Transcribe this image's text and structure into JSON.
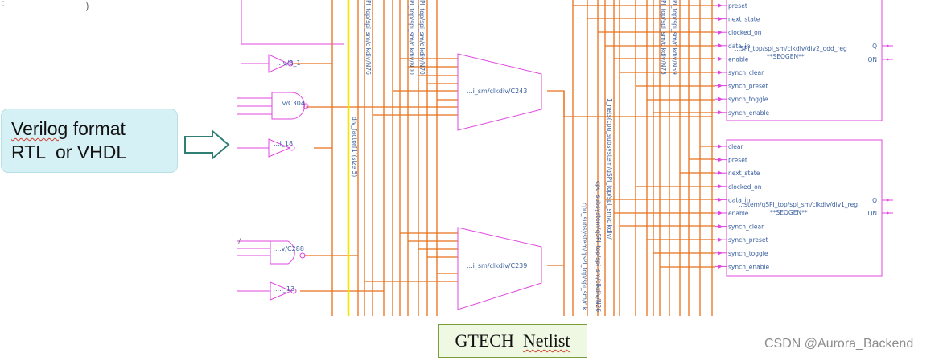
{
  "left_panel": {
    "label_line1": "Verilog format",
    "label_line2_word1": "RTL",
    "label_line2_rest": "  or VHDL"
  },
  "caption": {
    "word1": "GTECH",
    "word2": "Netlist"
  },
  "watermark": "CSDN @Aurora_Backend",
  "cells": {
    "inv_b1": "...v/B_1",
    "and_c304": "...v/C304",
    "inv_i18": "...i_18",
    "and_c288": "...v/C288",
    "inv_i13": "...i_13",
    "mux_c243": "...i_sm/clkdiv/C243",
    "mux_c239": "...i_sm/clkdiv/C239"
  },
  "net_labels": {
    "div_factor": "div_factor[1](size 5)",
    "n76": "Pl_top/spi_sm/clkdiv/N76",
    "n00": "Pl_top/spi_sm/clkdiv/N00",
    "n70": "Pl_top/spi_sm/clkdiv/N70",
    "n75": "Pl_top/spi_sm/clkdiv/N75",
    "n59": "Pl_top/spi_sm/clkdiv/N59",
    "n26": "cpu_subsystem/qSPI_top/spi_sm/clkdiv/N26",
    "nets_cpu": "1_nets(cpu_subsystem/qSPI_top/spi_sm/clkdiv/",
    "cpu_clk": "cpu_subsystem/qSPI_top/spi_sm/clk"
  },
  "reg_top": {
    "name": "...SPI_top/spi_sm/clkdiv/div2_odd_reg",
    "type": "**SEQGEN**",
    "pins": [
      "preset",
      "next_state",
      "clocked_on",
      "data_in",
      "enable",
      "synch_clear",
      "synch_preset",
      "synch_toggle",
      "synch_enable"
    ],
    "outputs": [
      "Q",
      "QN"
    ]
  },
  "reg_bottom": {
    "name": "...stem/qSPI_top/spi_sm/clkdiv/div1_reg",
    "type": "**SEQGEN**",
    "pins": [
      "clear",
      "preset",
      "next_state",
      "clocked_on",
      "data_in",
      "enable",
      "synch_clear",
      "synch_preset",
      "synch_toggle",
      "synch_enable"
    ],
    "outputs": [
      "Q",
      "QN"
    ]
  },
  "colors": {
    "cell_outline": "#e048e0",
    "wire": "#e8711a",
    "highlight_net": "#f2e600",
    "label": "#3a5f9e"
  }
}
